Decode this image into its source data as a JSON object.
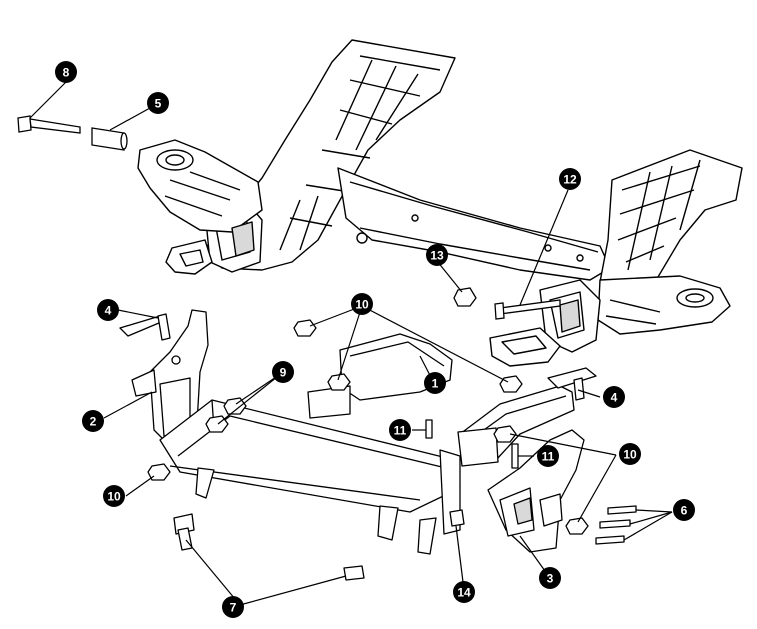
{
  "diagram": {
    "ink": "#000000",
    "paper": "#ffffff",
    "part_fill": "#ffffff",
    "shade": "#d9d9d9",
    "callouts": [
      {
        "id": "c8",
        "label": "8"
      },
      {
        "id": "c5",
        "label": "5"
      },
      {
        "id": "c12",
        "label": "12"
      },
      {
        "id": "c13",
        "label": "13"
      },
      {
        "id": "c4a",
        "label": "4"
      },
      {
        "id": "c10a",
        "label": "10"
      },
      {
        "id": "c2",
        "label": "2"
      },
      {
        "id": "c9",
        "label": "9"
      },
      {
        "id": "c1",
        "label": "1"
      },
      {
        "id": "c4b",
        "label": "4"
      },
      {
        "id": "c11a",
        "label": "11"
      },
      {
        "id": "c11b",
        "label": "11"
      },
      {
        "id": "c10b",
        "label": "10"
      },
      {
        "id": "c10c",
        "label": "10"
      },
      {
        "id": "c6",
        "label": "6"
      },
      {
        "id": "c3",
        "label": "3"
      },
      {
        "id": "c14",
        "label": "14"
      },
      {
        "id": "c7",
        "label": "7"
      }
    ]
  }
}
